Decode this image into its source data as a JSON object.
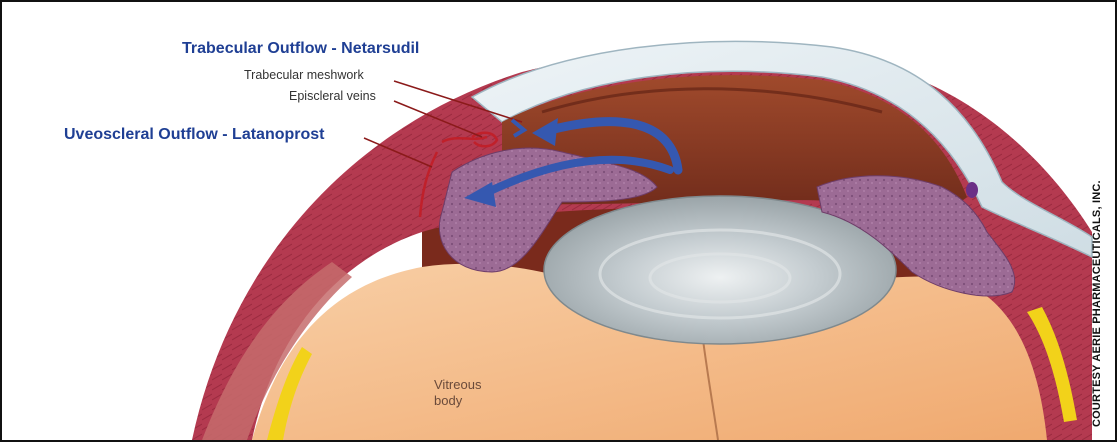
{
  "labels": {
    "trabecular_title": "Trabecular Outflow - Netarsudil",
    "trabecular_meshwork": "Trabecular meshwork",
    "episcleral_veins": "Episcleral veins",
    "uveoscleral_title": "Uveoscleral Outflow - Latanoprost",
    "vitreous_line1": "Vitreous",
    "vitreous_line2": "body"
  },
  "credit": "COURTESY AERIE PHARMACEUTICALS, INC.",
  "colors": {
    "title_blue": "#1f3f94",
    "flow_arrow": "#3558b0",
    "leader_line": "#8b1a1a",
    "sclera": "#b5354c",
    "iris_ciliary": "#9c6b95",
    "lens": "#c9cfd2",
    "vitreous": "#f3b98b",
    "cornea": "#dde9ee",
    "anterior_chamber": "#8a3a24",
    "zonule_yellow": "#f2d21a"
  }
}
